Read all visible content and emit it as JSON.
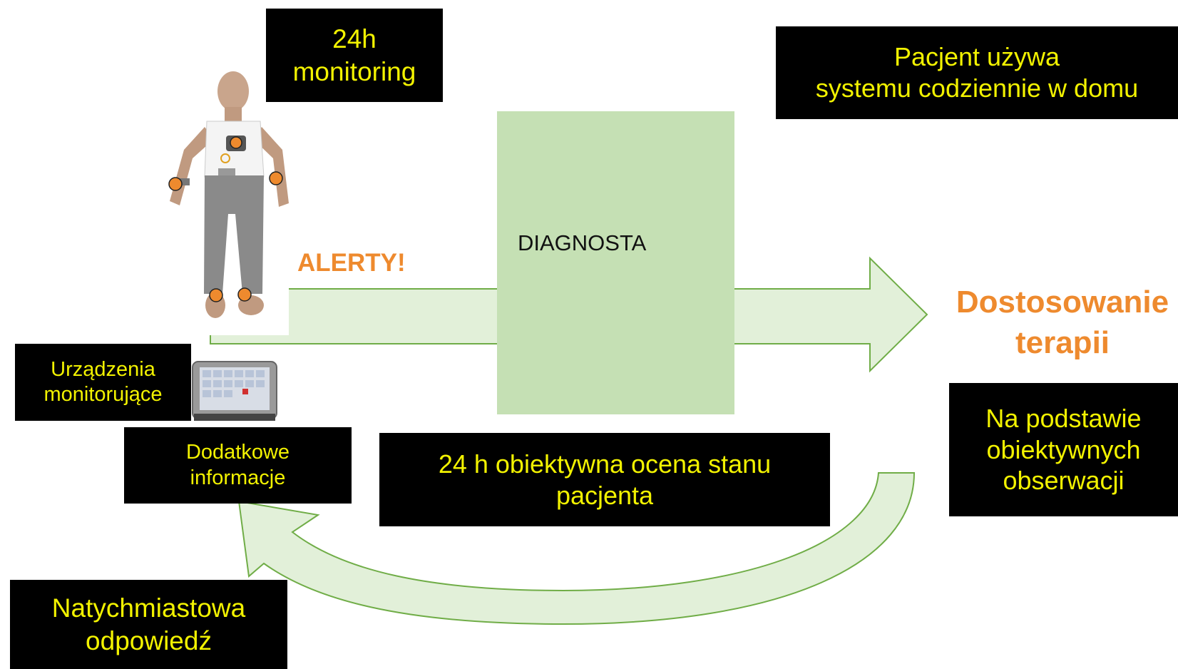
{
  "colors": {
    "box_bg": "#000000",
    "box_text": "#f2f200",
    "accent_orange": "#ee8a2e",
    "arrow_fill": "#e2f0d9",
    "arrow_stroke": "#70ad47",
    "diagnosta_fill": "#c5e0b4"
  },
  "boxes": {
    "monitoring_24h": "24h\nmonitoring",
    "patient_uses": "Pacjent używa\nsystemu codziennie w domu",
    "devices": "Urządzenia\nmonitorujące",
    "additional_info": "Dodatkowe\ninformacje",
    "objective_assessment": "24 h obiektywna ocena stanu\npacjenta",
    "based_on": "Na podstawie\nobiektywnych\nobserwacji",
    "immediate_response": "Natychmiastowa\nodpowiedź"
  },
  "labels": {
    "alerts": "ALERTY!",
    "diagnosta": "DIAGNOSTA",
    "therapy": "Dostosowanie\nterapii"
  },
  "icons": {
    "patient": "patient-figure-icon",
    "sensor": "sensor-dot-icon",
    "tablet": "monitoring-tablet-icon"
  }
}
